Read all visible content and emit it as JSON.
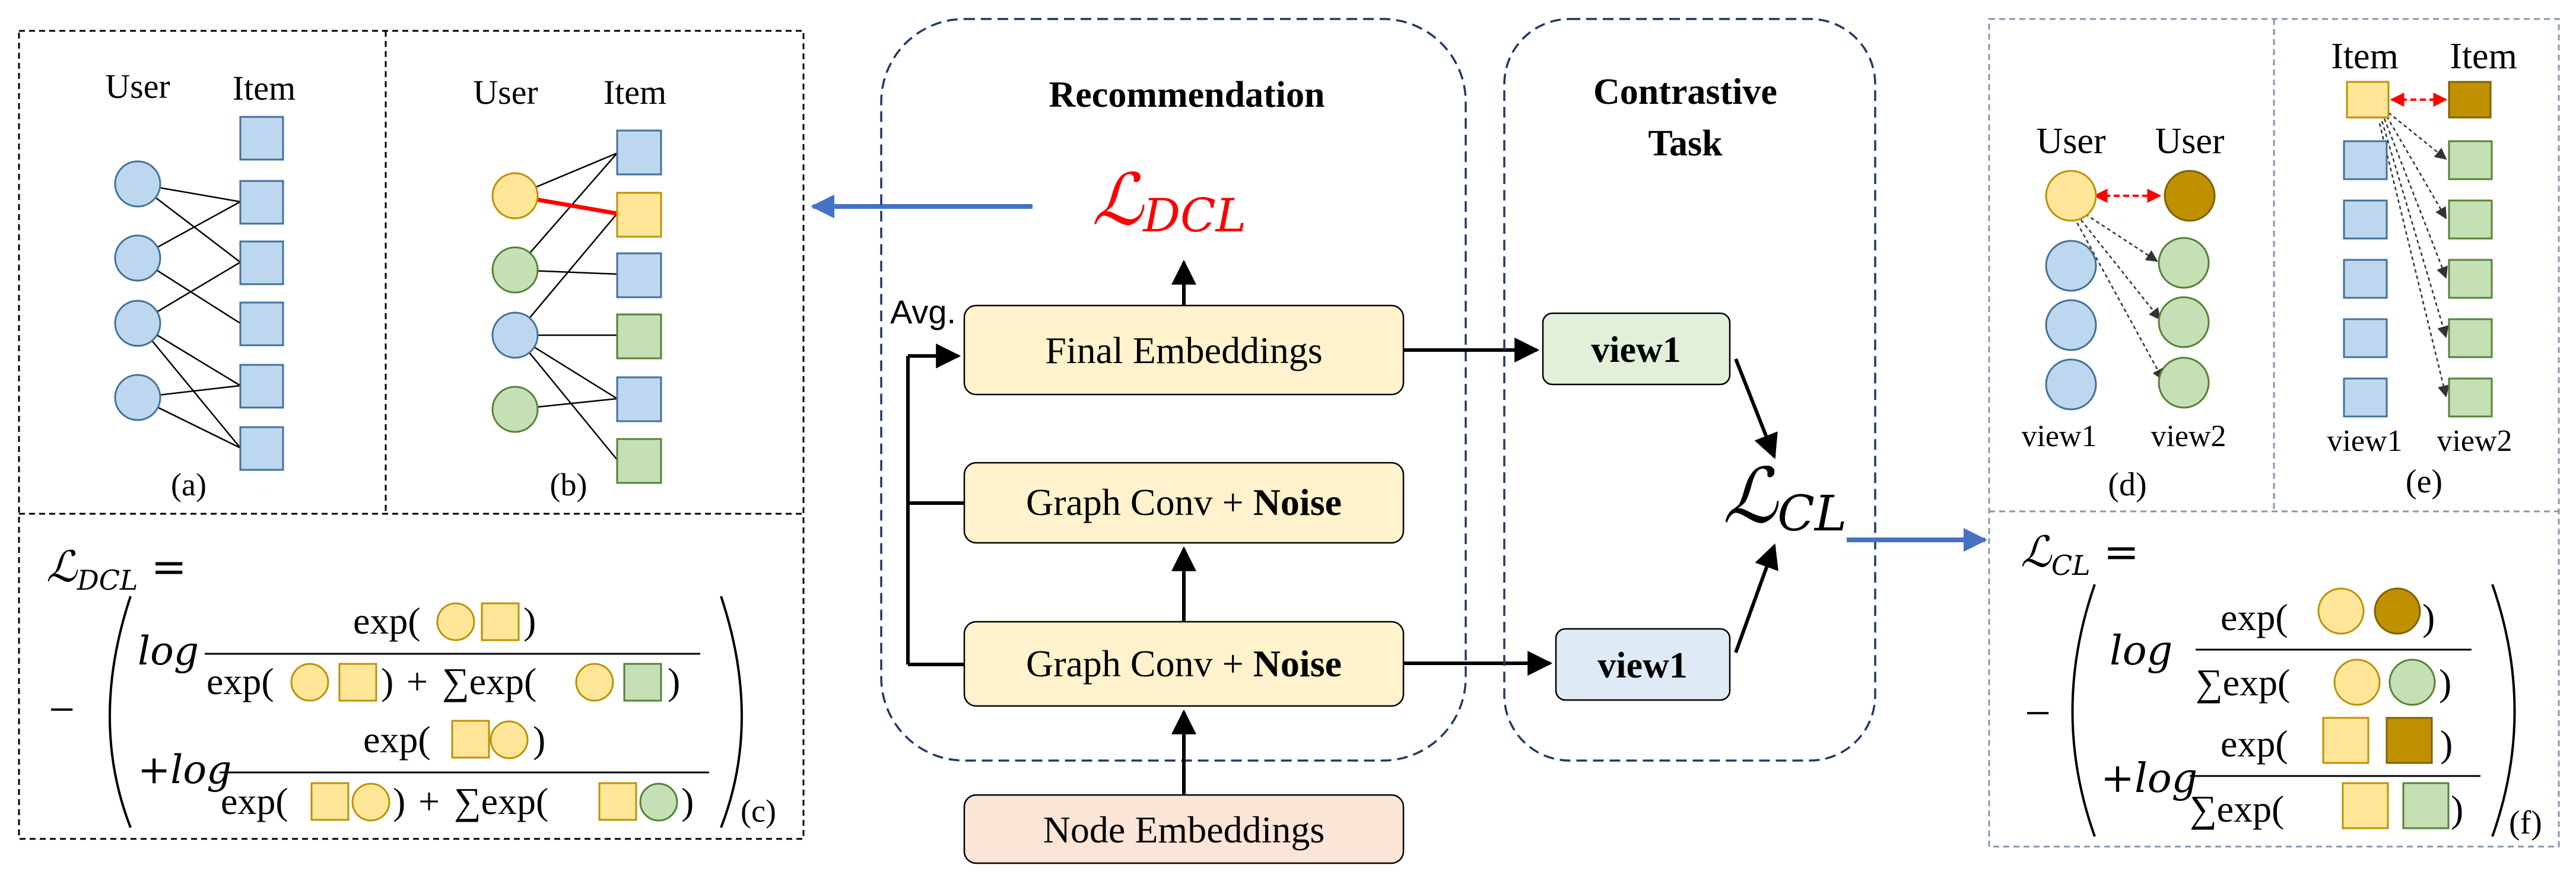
{
  "panel_a": {
    "user": "User",
    "item": "Item",
    "caption": "(a)"
  },
  "panel_b": {
    "user": "User",
    "item": "Item",
    "caption": "(b)"
  },
  "panel_c": {
    "lhs_symbol": "ℒ",
    "lhs_sub": "DCL",
    "equals": "=",
    "minus": "−",
    "log": "log",
    "plus_log": "+log",
    "exp": "exp(",
    "close": ")",
    "plus": "+",
    "sum_exp": "∑exp(",
    "caption": "(c)"
  },
  "center": {
    "rec_title": "Recommendation",
    "loss_symbol": "ℒ",
    "loss_sub": "DCL",
    "avg": "Avg.",
    "final": "Final Embeddings",
    "gc_prefix": "Graph Conv + ",
    "noise": "Noise",
    "node": "Node Embeddings",
    "ct_title_1": "Contrastive",
    "ct_title_2": "Task",
    "view1_top": "view1",
    "view1_bottom": "view1",
    "cl_symbol": "ℒ",
    "cl_sub": "CL"
  },
  "panel_d": {
    "user1": "User",
    "user2": "User",
    "view1": "view1",
    "view2": "view2",
    "caption": "(d)"
  },
  "panel_e": {
    "item1": "Item",
    "item2": "Item",
    "view1": "view1",
    "view2": "view2",
    "caption": "(e)"
  },
  "panel_f": {
    "lhs_symbol": "ℒ",
    "lhs_sub": "CL",
    "equals": "=",
    "minus": "−",
    "log": "log",
    "plus_log": "+log",
    "exp": "exp(",
    "close": ")",
    "sum_exp": "∑exp(",
    "caption": "(f)"
  },
  "colors": {
    "user_blue": "#bdd7ee",
    "item_blue": "#bdd7ee",
    "yellow": "#ffe699",
    "green": "#c5e0b4",
    "gold": "#bf9000",
    "red": "#ff0000",
    "arrow_blue": "#4472c4",
    "box_fill": "#fff2cc",
    "node_fill": "#fbe5d6",
    "view_green": "#e2f0d9",
    "view_blue": "#deebf7",
    "dash_navy": "#203864"
  }
}
